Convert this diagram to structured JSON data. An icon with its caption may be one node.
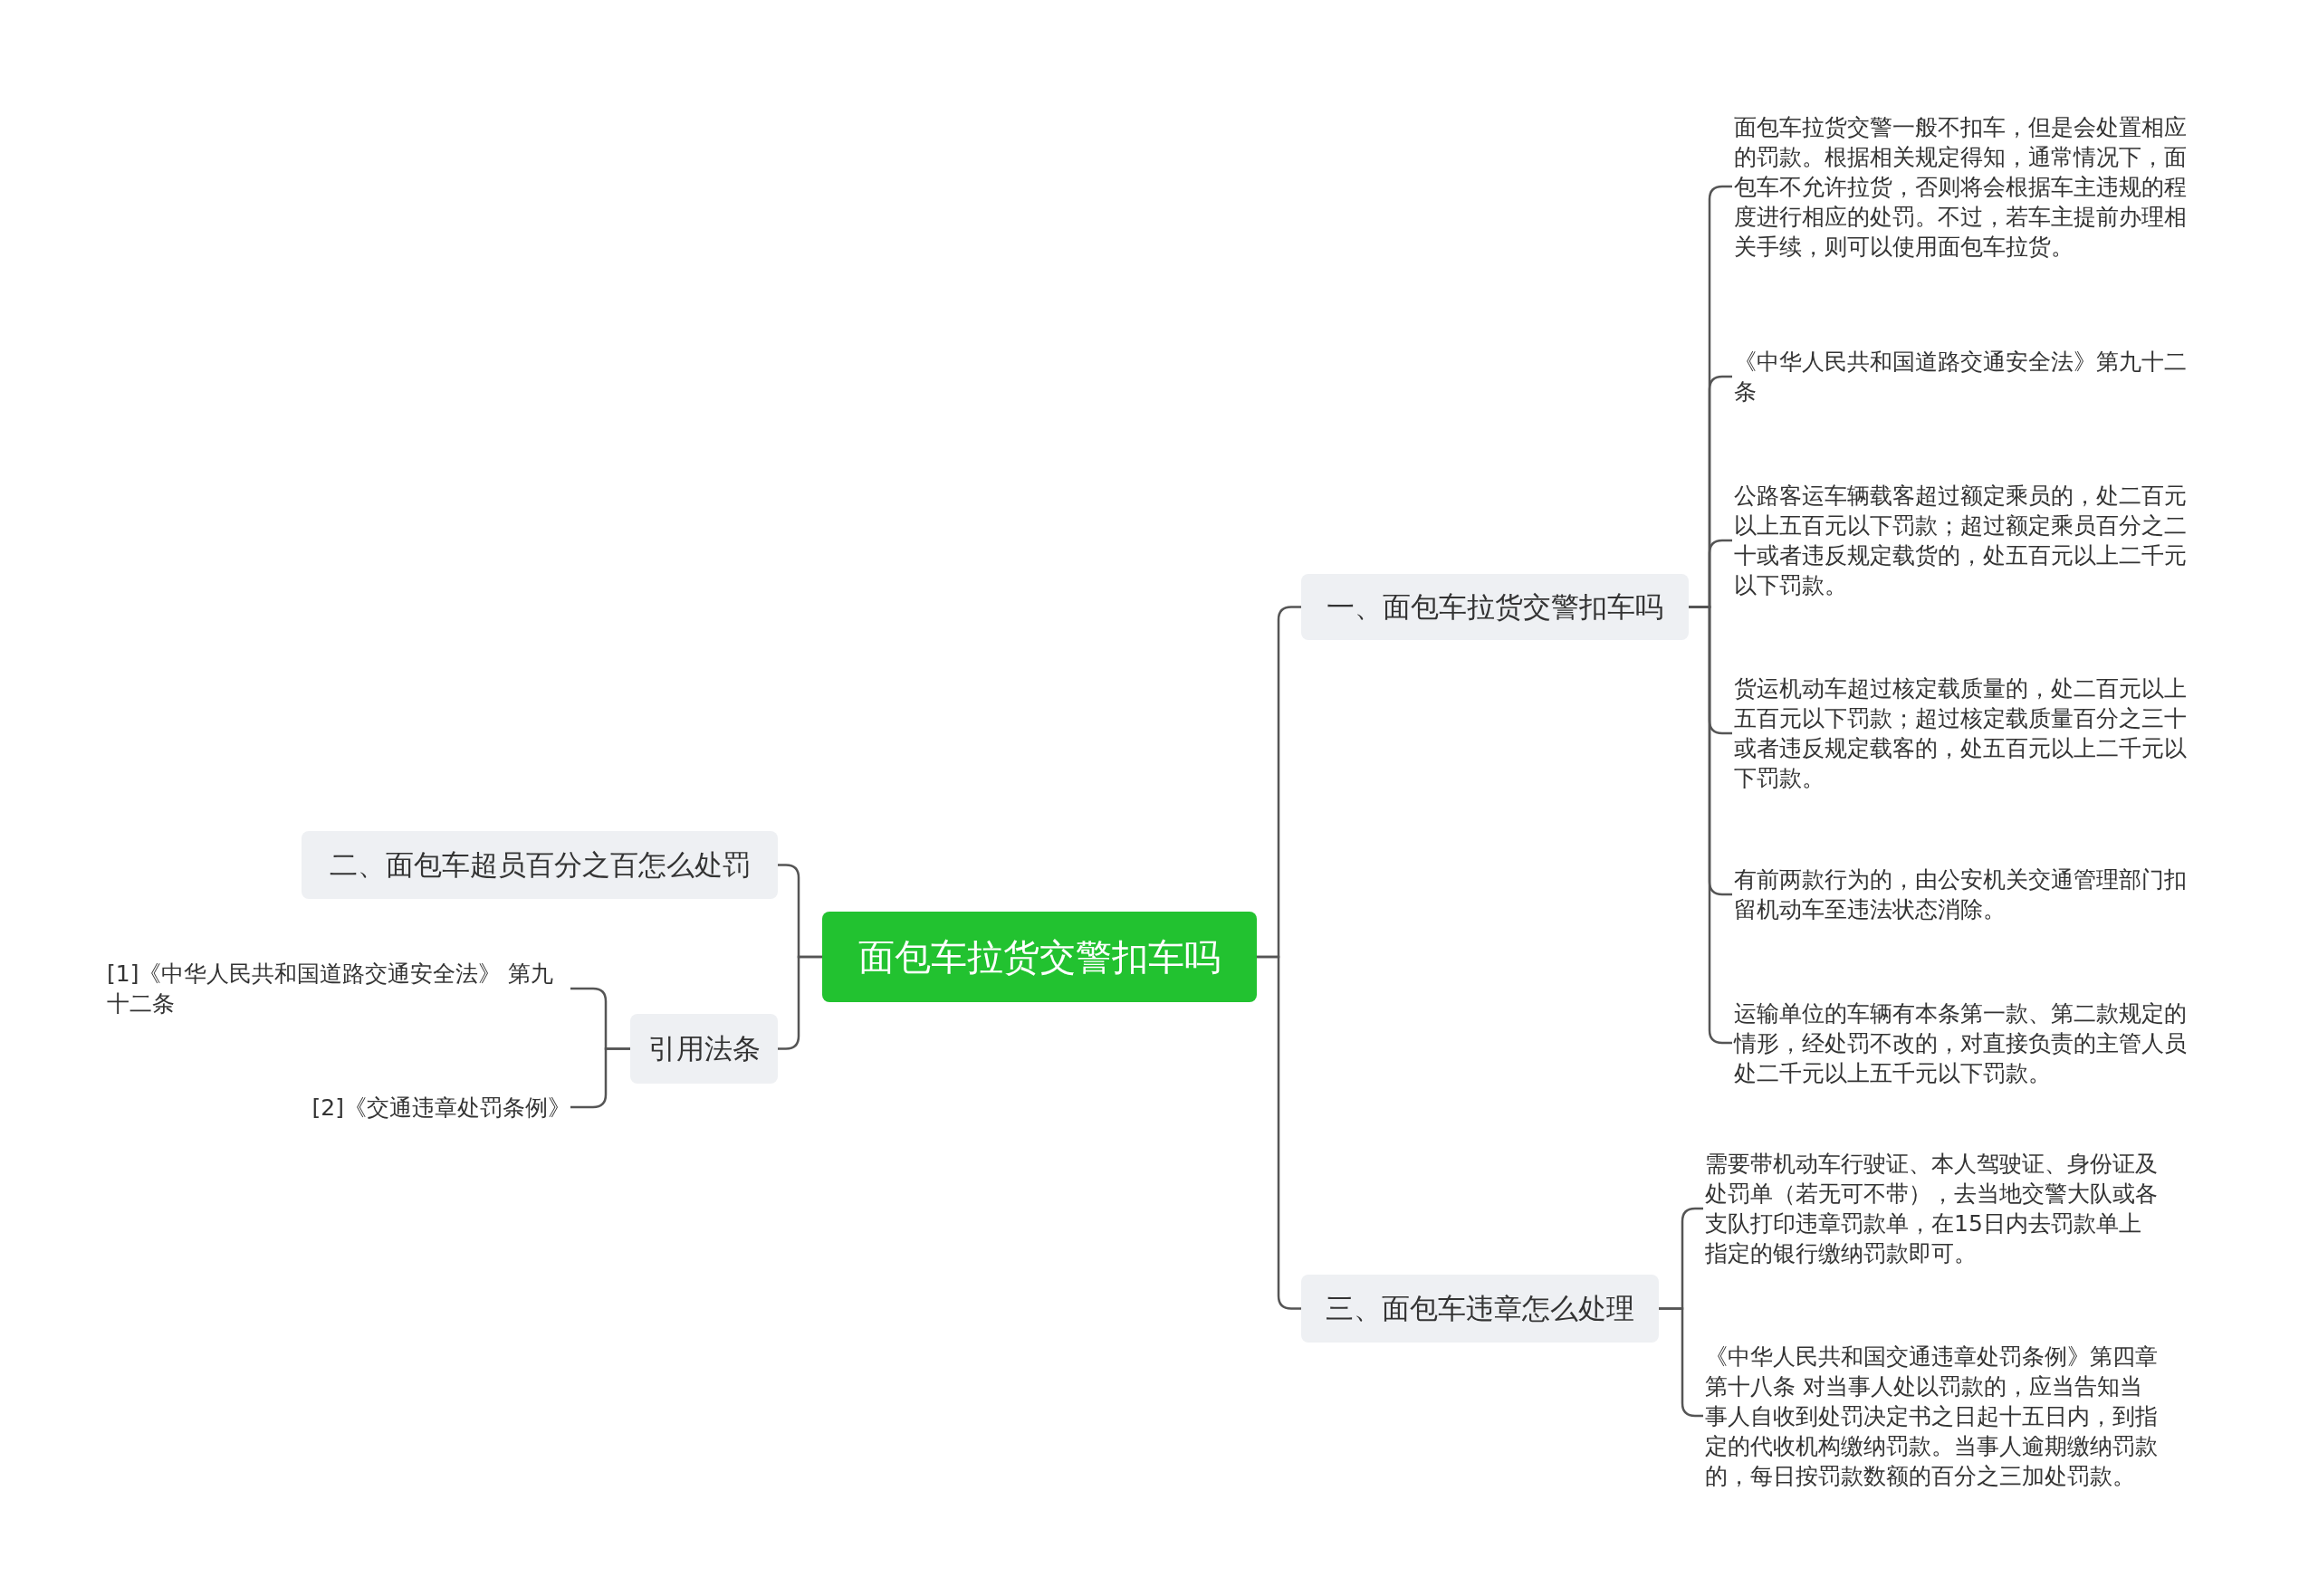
{
  "diagram": {
    "nodes": [
      {
        "text": [
          "面包车拉货交警扣车吗"
        ]
      },
      {
        "text": [
          "一、面包车拉货交警扣车吗"
        ]
      },
      {
        "text": [
          "面包车拉货交警一般不扣车，但是会处置相应的罚款。根据相关规定得知，通常情况下，面包车不允许拉货，否则将会根据车主违规的程度进行相应的处罚。不过，若车主提前办理相关手续，则可以使用面包车拉货。"
        ]
      },
      {
        "text": [
          "《中华人民共和国道路交通安全法》第九十二条"
        ]
      },
      {
        "text": [
          "公路客运车辆载客超过额定乘员的，处二百元以上五百元以下罚款；超过额定乘员百分之二十或者违反规定载货的，处五百元以上二千元以下罚款。"
        ]
      },
      {
        "text": [
          "货运机动车超过核定载质量的，处二百元以上五百元以下罚款；超过核定载质量百分之三十或者违反规定载客的，处五百元以上二千元以下罚款。"
        ]
      },
      {
        "text": [
          "有前两款行为的，由公安机关交通管理部门扣留机动车至违法状态消除。"
        ]
      },
      {
        "text": [
          "运输单位的车辆有本条第一款、第二款规定的情形，经处罚不改的，对直接负责的主管人员处二千元以上五千元以下罚款。"
        ]
      },
      {
        "text": [
          "三、面包车违章怎么处理"
        ]
      },
      {
        "text": [
          "需要带机动车行驶证、本人驾驶证、身份证及处罚单（若无可不带），去当地交警大队或各支队打印违章罚款单，在15日内去罚款单上指定的银行缴纳罚款即可。"
        ]
      },
      {
        "text": [
          "《中华人民共和国交通违章处罚条例》第四章第十八条 对当事人处以罚款的，应当告知当事人自收到处罚决定书之日起十五日内，到指定的代收机构缴纳罚款。当事人逾期缴纳罚款的，每日按罚款数额的百分之三加处罚款。"
        ]
      },
      {
        "text": [
          "二、面包车超员百分之百怎么处罚"
        ]
      },
      {
        "text": [
          "引用法条"
        ]
      },
      {
        "text": [
          "[1]《中华人民共和国道路交通安全法》 第九十二条"
        ]
      },
      {
        "text": [
          "[2]《交通违章处罚条例》"
        ]
      }
    ],
    "edges": [
      {
        "from": 0,
        "to": 1,
        "arrow": "none"
      },
      {
        "from": 1,
        "to": 2,
        "arrow": "none"
      },
      {
        "from": 1,
        "to": 3,
        "arrow": "none"
      },
      {
        "from": 1,
        "to": 4,
        "arrow": "none"
      },
      {
        "from": 1,
        "to": 5,
        "arrow": "none"
      },
      {
        "from": 1,
        "to": 6,
        "arrow": "none"
      },
      {
        "from": 1,
        "to": 7,
        "arrow": "none"
      },
      {
        "from": 0,
        "to": 8,
        "arrow": "none"
      },
      {
        "from": 8,
        "to": 9,
        "arrow": "none"
      },
      {
        "from": 8,
        "to": 10,
        "arrow": "none"
      },
      {
        "from": 0,
        "to": 11,
        "arrow": "none"
      },
      {
        "from": 0,
        "to": 12,
        "arrow": "none"
      },
      {
        "from": 12,
        "to": 13,
        "arrow": "none"
      },
      {
        "from": 12,
        "to": 14,
        "arrow": "none"
      }
    ]
  }
}
